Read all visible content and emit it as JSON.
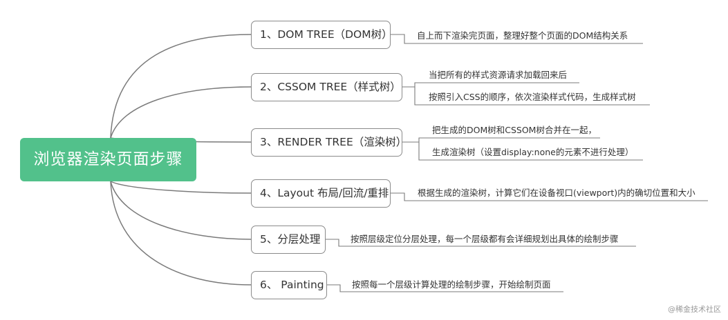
{
  "root": {
    "label": "浏览器渲染页面步骤"
  },
  "nodes": [
    {
      "label": "1、DOM TREE（DOM树）",
      "details": [
        "自上而下渲染完页面，整理好整个页面的DOM结构关系"
      ]
    },
    {
      "label": "2、CSSOM TREE（样式树）",
      "details": [
        "当把所有的样式资源请求加载回来后",
        "按照引入CSS的顺序，依次渲染样式代码，生成样式树"
      ]
    },
    {
      "label": "3、RENDER TREE（渲染树）",
      "details": [
        "把生成的DOM树和CSSOM树合并在一起，",
        "生成渲染树（设置display:none的元素不进行处理）"
      ]
    },
    {
      "label": "4、Layout 布局/回流/重排",
      "details": [
        "根据生成的渲染树，计算它们在设备视口(viewport)内的确切位置和大小"
      ]
    },
    {
      "label": "5、分层处理",
      "details": [
        "按照层级定位分层处理，每一个层级都有会详细规划出具体的绘制步骤"
      ]
    },
    {
      "label": "6、 Painting",
      "details": [
        "按照每一个层级计算处理的绘制步骤，开始绘制页面"
      ]
    }
  ],
  "watermark": "@稀金技术社区",
  "colors": {
    "root_bg": "#52c18b",
    "line": "#7a7a7a",
    "node_border": "#8a8a8a"
  }
}
